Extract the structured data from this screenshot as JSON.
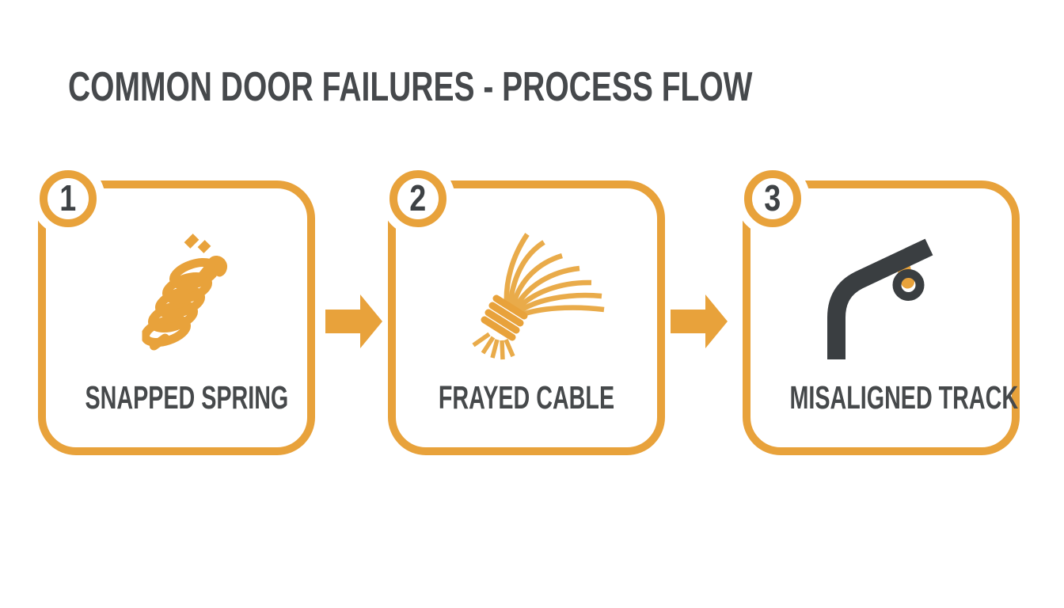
{
  "title": "COMMON DOOR FAILURES - PROCESS FLOW",
  "colors": {
    "accent_orange": "#E8A23B",
    "strand_gold": "#E9AB4A",
    "dark_charcoal": "#3A3E41",
    "text_gray": "#46494B"
  },
  "steps": [
    {
      "number": "1",
      "label": "SNAPPED SPRING",
      "icon": "snapped-spring-icon"
    },
    {
      "number": "2",
      "label": "FRAYED CABLE",
      "icon": "frayed-cable-icon"
    },
    {
      "number": "3",
      "label": "MISALIGNED TRACK",
      "icon": "misaligned-track-icon"
    }
  ],
  "arrows": {
    "count": 2,
    "direction": "right"
  }
}
